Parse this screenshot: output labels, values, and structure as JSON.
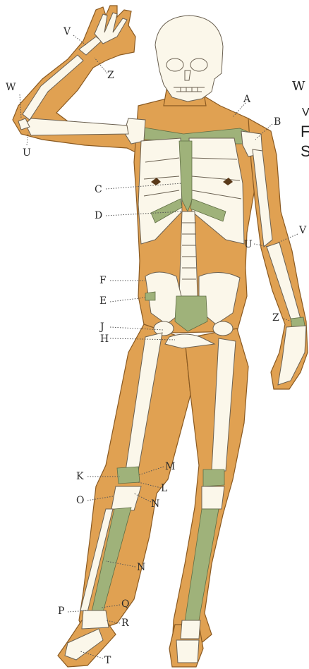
{
  "labels": {
    "A": "A",
    "B": "B",
    "C": "C",
    "D": "D",
    "E": "E",
    "F": "F",
    "H": "H",
    "J": "J",
    "K": "K",
    "L": "L",
    "M": "M",
    "N1": "N",
    "N2": "N",
    "O": "O",
    "P": "P",
    "Q": "Q",
    "R": "R",
    "T": "T",
    "U1": "U",
    "U2": "U",
    "V1": "V",
    "V2": "V",
    "W": "W",
    "Z1": "Z",
    "Z2": "Z"
  },
  "side_text": {
    "line1": "W",
    "line2": "V",
    "line3": "F",
    "line4": "S"
  },
  "colors": {
    "flesh": "#e0a152",
    "bone": "#fbf7ea",
    "cartilage": "#9fb27a",
    "ink": "#2a2a2a"
  }
}
